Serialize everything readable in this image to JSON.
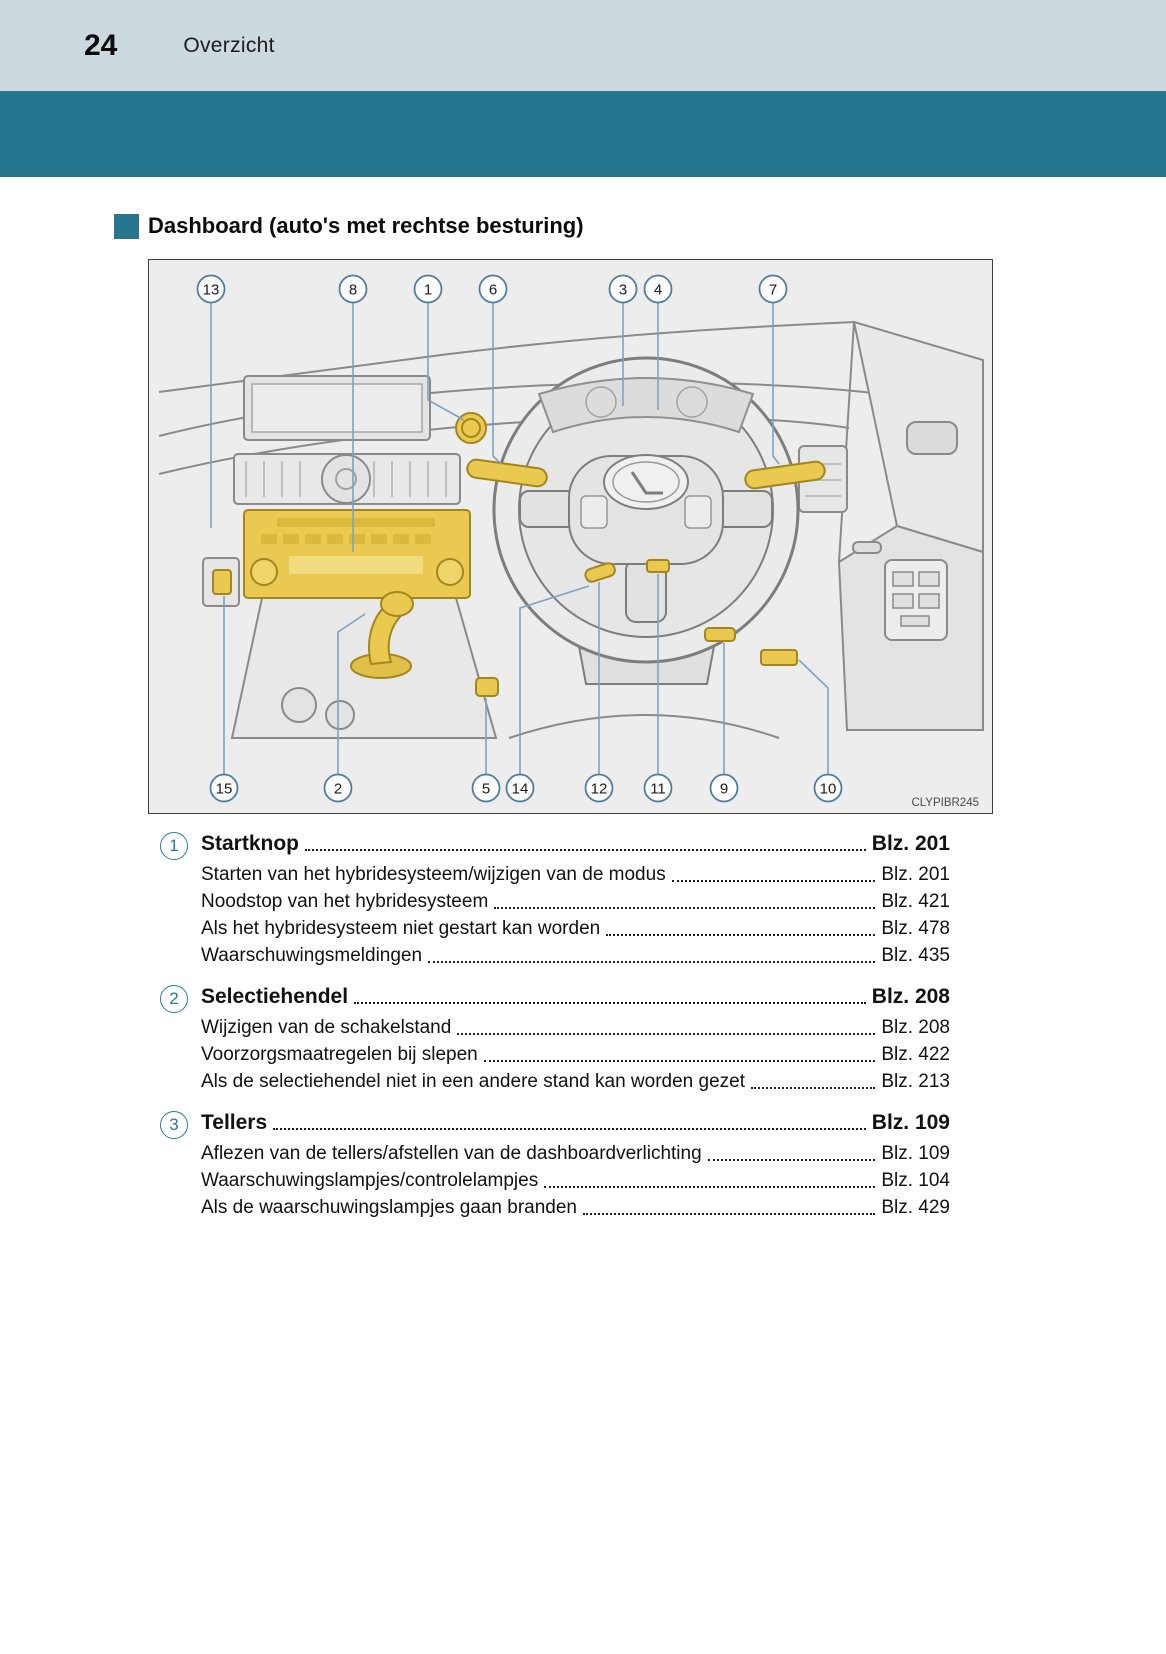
{
  "colors": {
    "accent_teal": "#27768f",
    "highlight_yellow": "#e9c94f"
  },
  "page": {
    "number": "24",
    "header_title": "Overzicht"
  },
  "section": {
    "title": "Dashboard (auto's met rechtse besturing)"
  },
  "figure": {
    "code": "CLYPIBR245",
    "callouts_top": [
      "13",
      "8",
      "1",
      "6",
      "3",
      "4",
      "7"
    ],
    "callouts_bottom": [
      "15",
      "2",
      "5",
      "14",
      "12",
      "11",
      "9",
      "10"
    ]
  },
  "index": {
    "items": [
      {
        "num": "1",
        "title": "Startknop",
        "page": "Blz. 201",
        "subitems": [
          {
            "label": "Starten van het hybridesysteem/wijzigen van de modus",
            "page": "Blz. 201"
          },
          {
            "label": "Noodstop van het hybridesysteem",
            "page": "Blz. 421"
          },
          {
            "label": "Als het hybridesysteem niet gestart kan worden",
            "page": "Blz. 478"
          },
          {
            "label": "Waarschuwingsmeldingen",
            "page": "Blz. 435"
          }
        ]
      },
      {
        "num": "2",
        "title": "Selectiehendel",
        "page": "Blz. 208",
        "subitems": [
          {
            "label": "Wijzigen van de schakelstand",
            "page": "Blz. 208"
          },
          {
            "label": "Voorzorgsmaatregelen bij slepen",
            "page": "Blz. 422"
          },
          {
            "label": "Als de selectiehendel niet in een andere stand kan worden gezet",
            "page": "Blz. 213"
          }
        ]
      },
      {
        "num": "3",
        "title": "Tellers",
        "page": "Blz. 109",
        "subitems": [
          {
            "label": "Aflezen van de tellers/afstellen van de dashboardverlichting",
            "page": "Blz. 109"
          },
          {
            "label": "Waarschuwingslampjes/controlelampjes",
            "page": "Blz. 104"
          },
          {
            "label": "Als de waarschuwingslampjes gaan branden",
            "page": "Blz. 429"
          }
        ]
      }
    ]
  }
}
